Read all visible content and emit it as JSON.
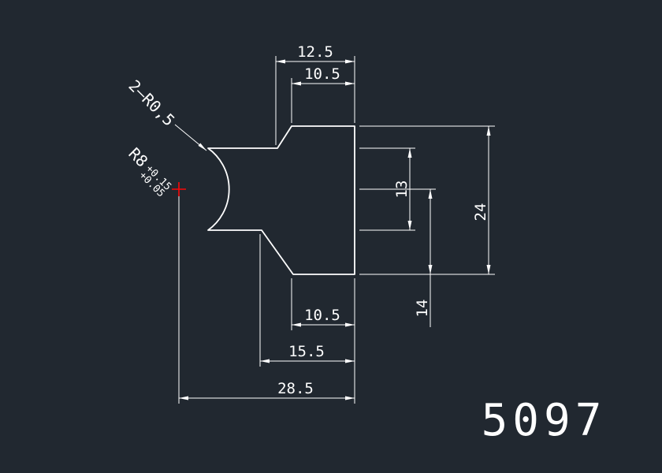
{
  "colors": {
    "background": "#212830",
    "lines": "#ffffff",
    "center_mark": "#ff0000",
    "text": "#ffffff"
  },
  "dimensions": {
    "top_outer": "12.5",
    "top_inner": "10.5",
    "right_overall": "24",
    "slot_height": "13",
    "center_to_bottom": "14",
    "bottom_inner": "10.5",
    "bottom_mid": "15.5",
    "bottom_overall": "28.5"
  },
  "annotations": {
    "fillet_note": "2—R0,5",
    "radius_note": "R8",
    "radius_tol_upper": "+0.15",
    "radius_tol_lower": "+0.05",
    "part_number": "5097"
  }
}
